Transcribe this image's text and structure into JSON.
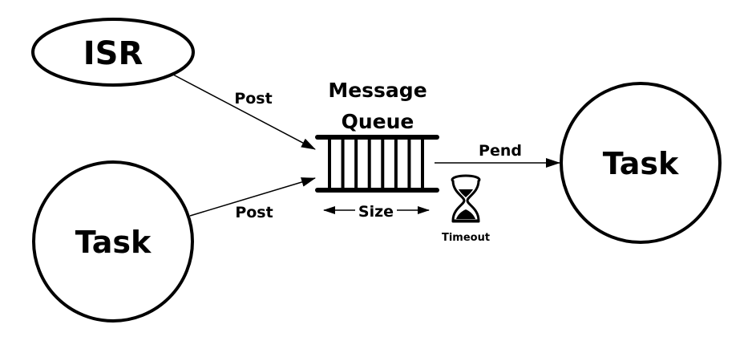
{
  "nodes": {
    "isr": {
      "label": "ISR"
    },
    "task_sender": {
      "label": "Task"
    },
    "task_receiver": {
      "label": "Task"
    }
  },
  "queue": {
    "title_line1": "Message",
    "title_line2": "Queue",
    "size_label": "Size",
    "slots": 8
  },
  "edges": {
    "isr_post": {
      "label": "Post"
    },
    "task_post": {
      "label": "Post"
    },
    "pend": {
      "label": "Pend"
    }
  },
  "timeout": {
    "label": "Timeout",
    "icon": "hourglass-icon"
  },
  "colors": {
    "stroke": "#000000",
    "background": "#ffffff"
  }
}
